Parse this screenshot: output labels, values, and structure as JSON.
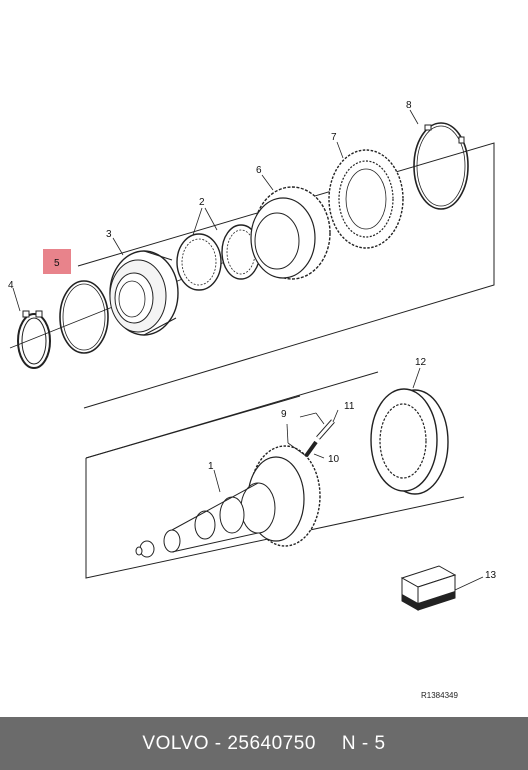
{
  "diagram": {
    "callouts": {
      "c1": "1",
      "c2": "2",
      "c3": "3",
      "c4": "4",
      "c5": "5",
      "c6": "6",
      "c7": "7",
      "c8": "8",
      "c9": "9",
      "c10": "10",
      "c11": "11",
      "c12": "12",
      "c13": "13"
    },
    "highlighted_callout": "5",
    "highlight_color": "#e8838b",
    "reference_code": "R1384349"
  },
  "footer": {
    "brand": "VOLVO - 25640750",
    "position": "N - 5",
    "background": "#6b6b6b"
  }
}
